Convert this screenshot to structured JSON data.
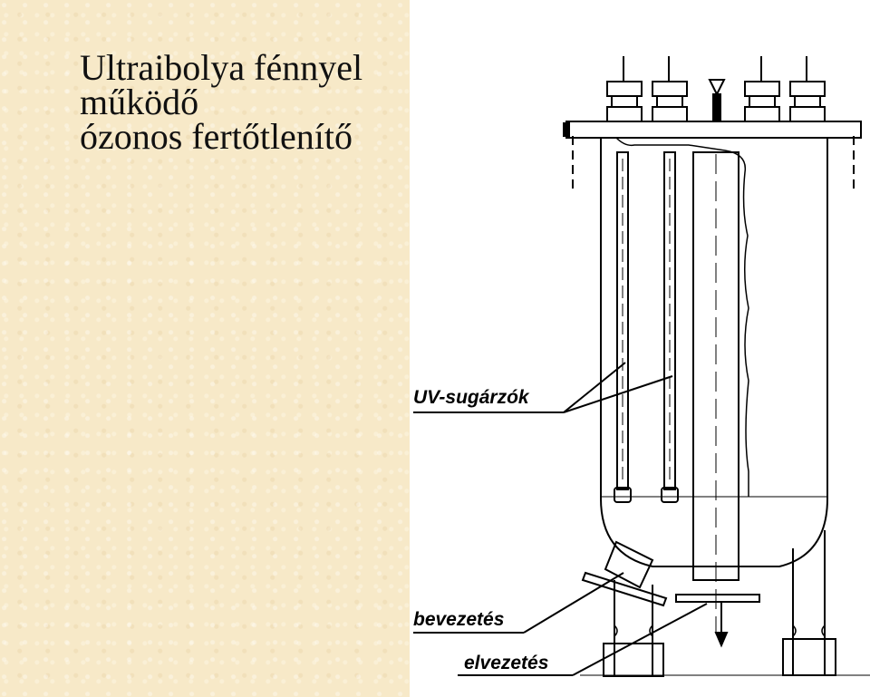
{
  "title": {
    "line1": "Ultraibolya fénnyel",
    "line2": "működő",
    "line3": "ózonos fertőtlenítő"
  },
  "diagram": {
    "labels": {
      "uv": "UV-sugárzók",
      "inlet": "bevezetés",
      "outlet": "elvezetés"
    }
  }
}
